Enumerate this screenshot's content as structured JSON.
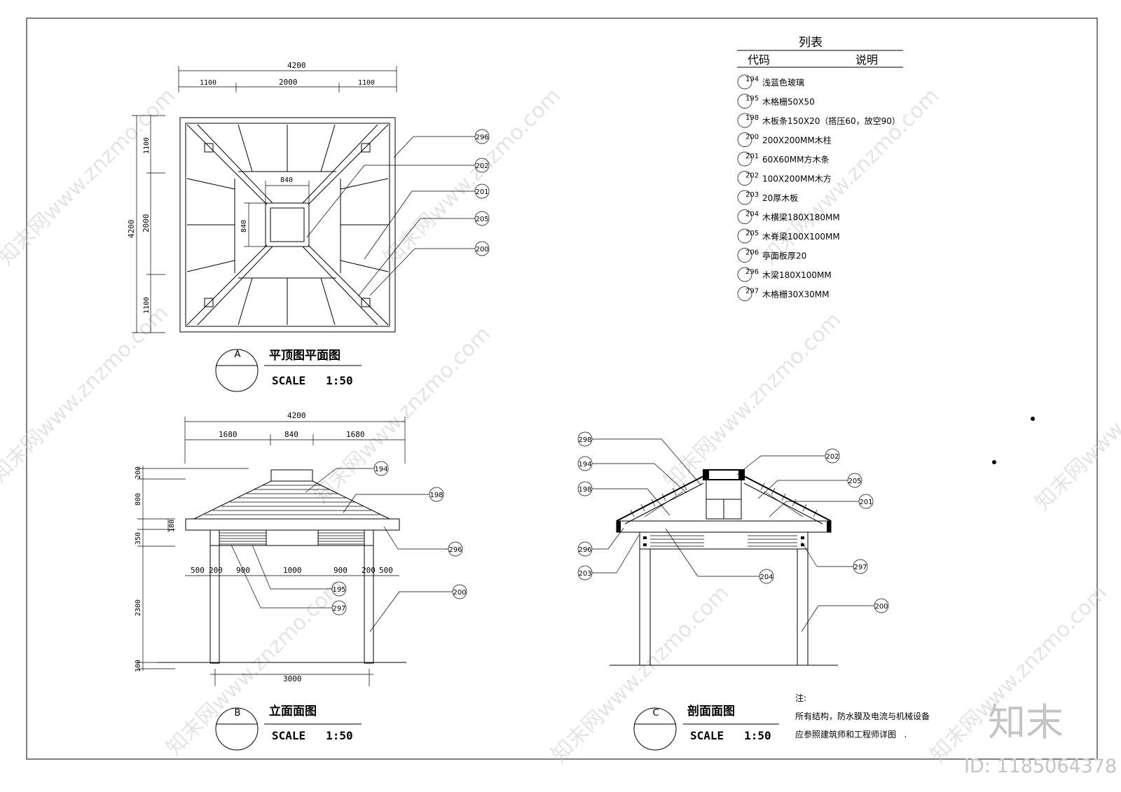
{
  "legend": {
    "title": "列表",
    "col_code": "代码",
    "col_desc": "说明",
    "items": [
      {
        "code": "194",
        "desc": "浅蓝色玻璃"
      },
      {
        "code": "195",
        "desc": "木格栅50X50"
      },
      {
        "code": "198",
        "desc": "木板条150X20（搭压60，放空90）"
      },
      {
        "code": "200",
        "desc": "200X200MM木柱"
      },
      {
        "code": "201",
        "desc": "60X60MM方木条"
      },
      {
        "code": "202",
        "desc": "100X200MM木方"
      },
      {
        "code": "203",
        "desc": "20厚木板"
      },
      {
        "code": "204",
        "desc": "木横梁180X180MM"
      },
      {
        "code": "205",
        "desc": "木脊梁100X100MM"
      },
      {
        "code": "206",
        "desc": "亭面板厚20"
      },
      {
        "code": "296",
        "desc": "木梁180X100MM"
      },
      {
        "code": "297",
        "desc": "木格栅30X30MM"
      }
    ]
  },
  "plan": {
    "badge": "A",
    "title": "平顶图平面图",
    "scale": "SCALE   1:50",
    "dims": {
      "total": "4200",
      "side": "1100",
      "middle": "2000",
      "inner": "840"
    },
    "callouts": [
      "296",
      "202",
      "201",
      "205",
      "200"
    ]
  },
  "elevation": {
    "badge": "B",
    "title": "立面面图",
    "scale": "SCALE   1:50",
    "top_dims": [
      "4200",
      "1680",
      "840",
      "1680"
    ],
    "bottom_dims": [
      "500",
      "200",
      "900",
      "1000",
      "900",
      "200",
      "500"
    ],
    "base_dim": "3000",
    "left_dims": [
      "200",
      "800",
      "180",
      "350",
      "2300",
      "100"
    ],
    "callouts": [
      "194",
      "198",
      "296",
      "195",
      "297",
      "200"
    ]
  },
  "section": {
    "badge": "C",
    "title": "剖面面图",
    "scale": "SCALE   1:50",
    "callouts_left": [
      "298",
      "194",
      "198",
      "296",
      "203"
    ],
    "callouts_right": [
      "202",
      "205",
      "201",
      "297",
      "204",
      "200"
    ]
  },
  "note": {
    "label": "注:",
    "line1": "所有结构，防水膜及电流与机械设备",
    "line2": "应参照建筑师和工程师详图   ."
  },
  "brand": {
    "logo": "知末",
    "id": "ID: 1185064378",
    "watermark": "知末网www.znzmo.com"
  }
}
